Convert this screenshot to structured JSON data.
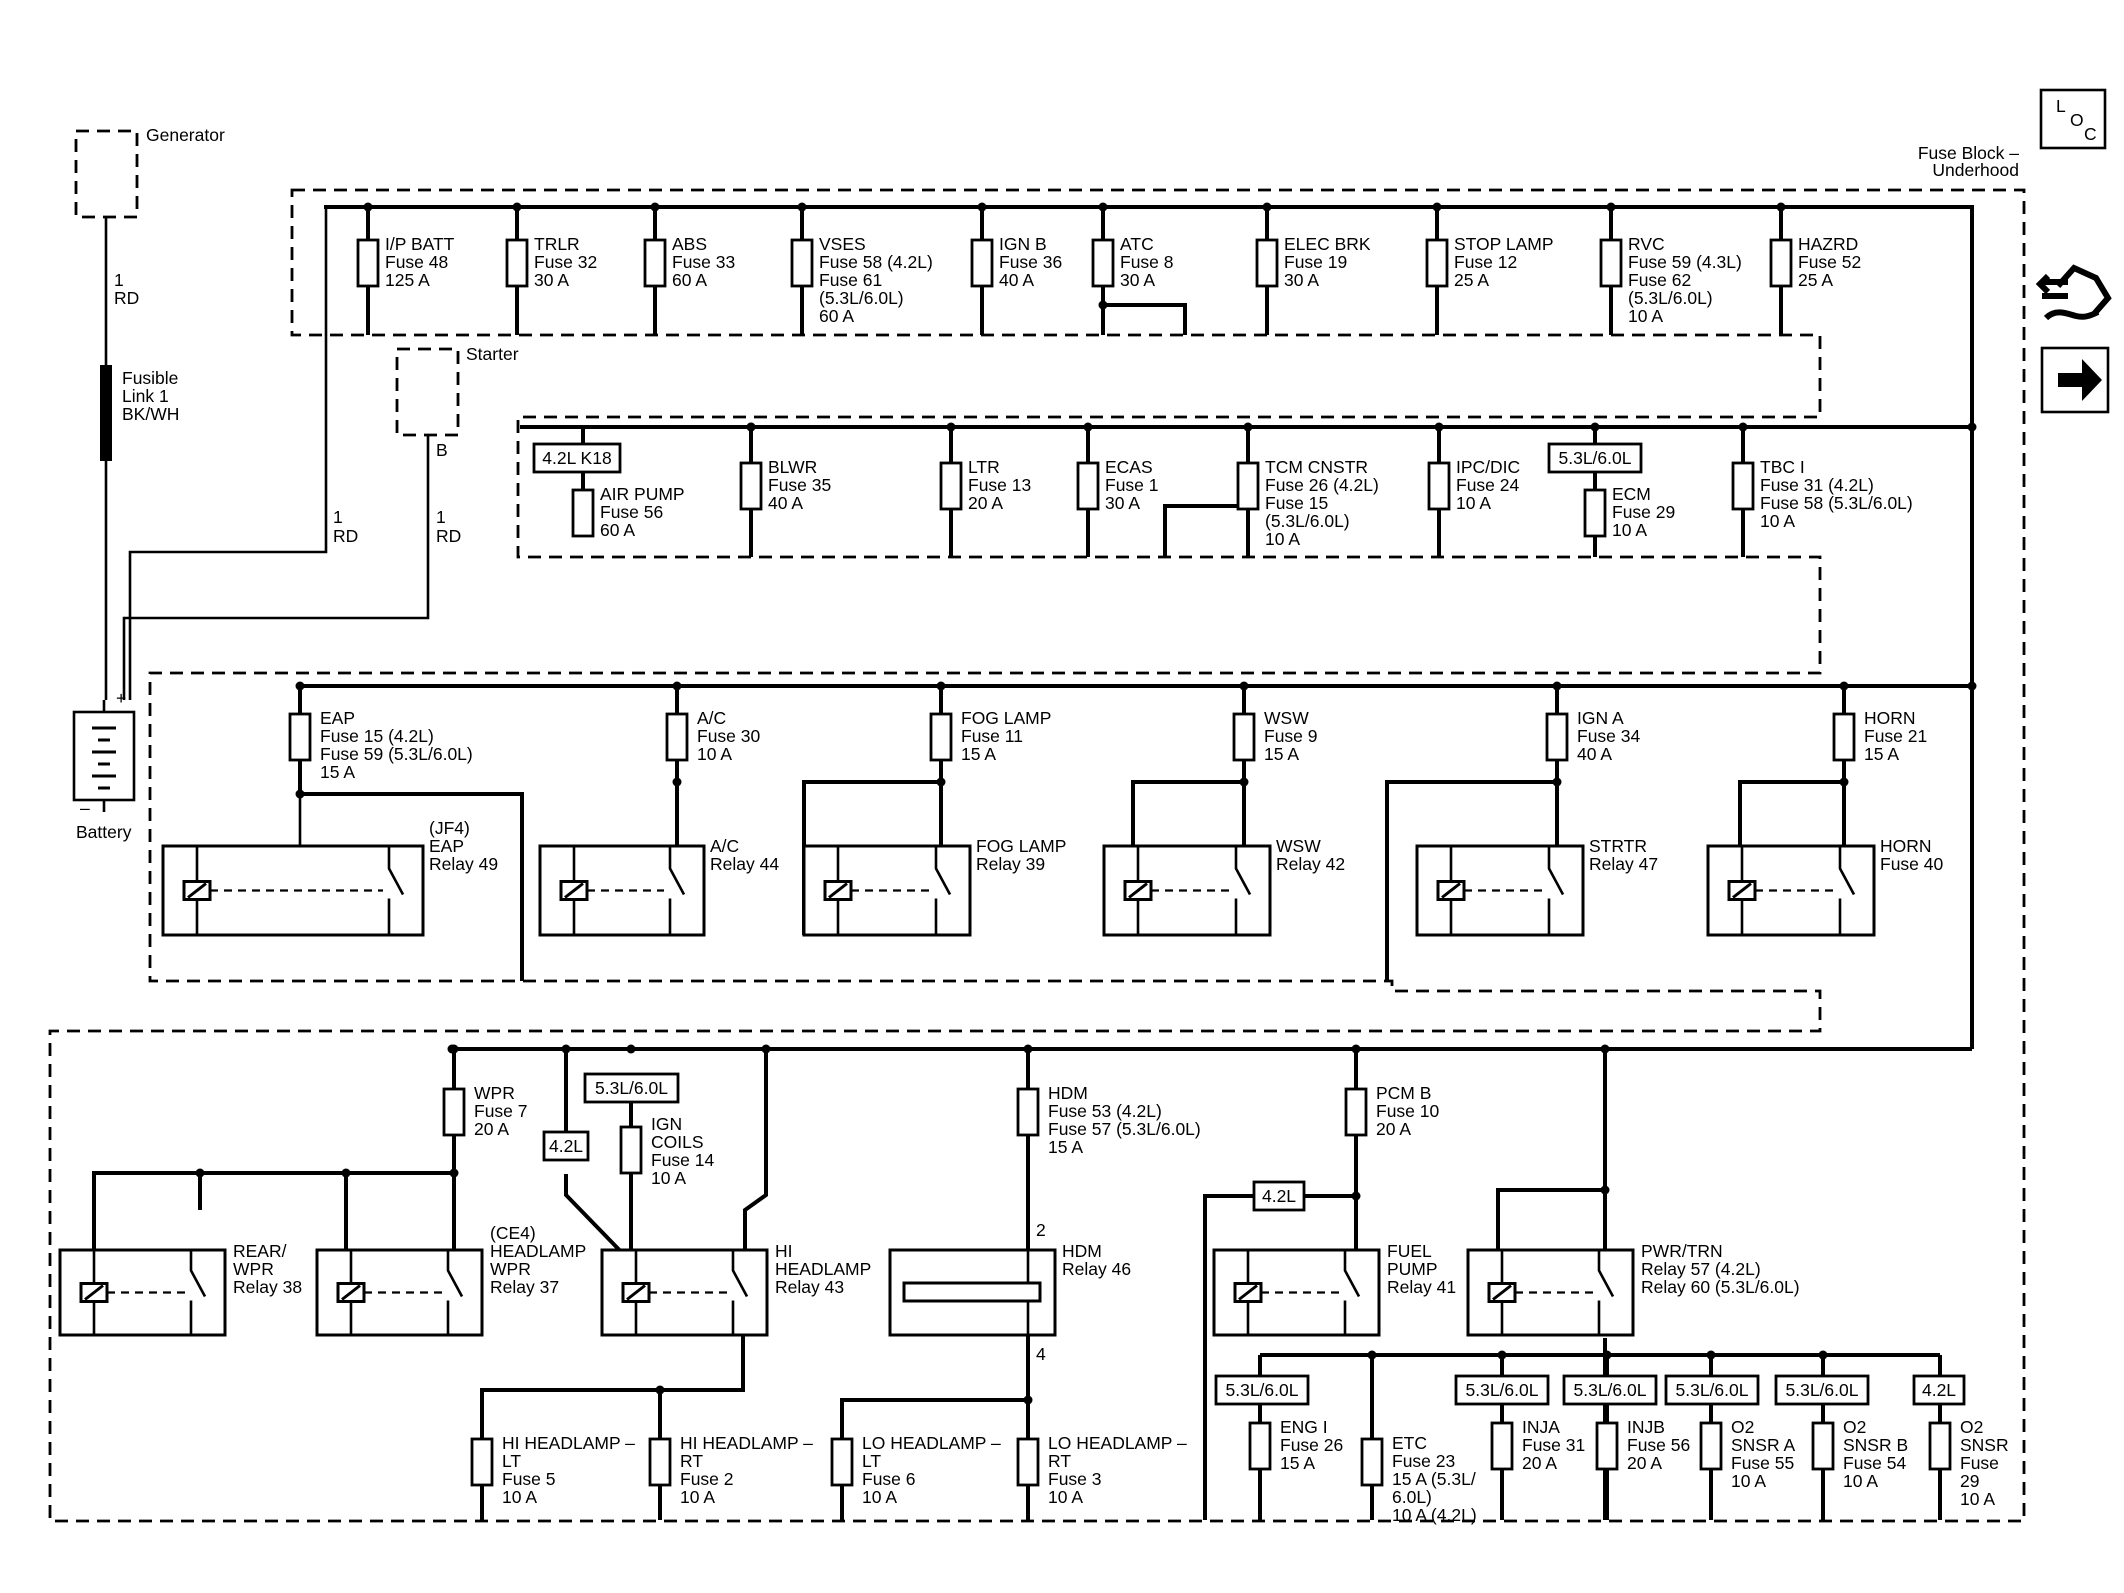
{
  "header": {
    "fuse_block_title": [
      "Fuse Block –",
      "Underhood"
    ]
  },
  "icons": {
    "loc": {
      "l": "L",
      "o": "O",
      "c": "C"
    },
    "component_icon": "component-locator-icon",
    "next_icon": "arrow-right-icon"
  },
  "power_source": {
    "generator": "Generator",
    "generator_wire": [
      "1",
      "RD"
    ],
    "fusible_link": [
      "Fusible",
      "Link 1",
      "BK/WH"
    ],
    "starter": "Starter",
    "starter_terminal": "B",
    "wire_a": [
      "1",
      "RD"
    ],
    "wire_b": [
      "1",
      "RD"
    ],
    "battery": "Battery",
    "battery_pos": "+",
    "battery_neg": "–"
  },
  "row1_fuses": [
    {
      "lines": [
        "I/P BATT",
        "Fuse 48",
        "125 A"
      ]
    },
    {
      "lines": [
        "TRLR",
        "Fuse 32",
        "30 A"
      ]
    },
    {
      "lines": [
        "ABS",
        "Fuse 33",
        "60 A"
      ]
    },
    {
      "lines": [
        "VSES",
        "Fuse 58 (4.2L)",
        "Fuse 61",
        "(5.3L/6.0L)",
        "60 A"
      ]
    },
    {
      "lines": [
        "IGN B",
        "Fuse 36",
        "40 A"
      ]
    },
    {
      "lines": [
        "ATC",
        "Fuse 8",
        "30 A"
      ]
    },
    {
      "lines": [
        "ELEC BRK",
        "Fuse 19",
        "30 A"
      ]
    },
    {
      "lines": [
        "STOP LAMP",
        "Fuse 12",
        "25 A"
      ]
    },
    {
      "lines": [
        "RVC",
        "Fuse 59 (4.3L)",
        "Fuse 62",
        "(5.3L/6.0L)",
        "10 A"
      ]
    },
    {
      "lines": [
        "HAZRD",
        "Fuse 52",
        "25 A"
      ]
    }
  ],
  "row2_fuses": [
    {
      "lines": [
        "AIR PUMP",
        "Fuse 56",
        "60 A"
      ]
    },
    {
      "lines": [
        "BLWR",
        "Fuse 35",
        "40 A"
      ]
    },
    {
      "lines": [
        "LTR",
        "Fuse 13",
        "20 A"
      ]
    },
    {
      "lines": [
        "ECAS",
        "Fuse 1",
        "30 A"
      ]
    },
    {
      "lines": [
        "TCM CNSTR",
        "Fuse 26 (4.2L)",
        "Fuse 15",
        "(5.3L/6.0L)",
        "10 A"
      ]
    },
    {
      "lines": [
        "IPC/DIC",
        "Fuse 24",
        "10 A"
      ]
    },
    {
      "lines": [
        "ECM",
        "Fuse 29",
        "10 A"
      ]
    },
    {
      "lines": [
        "TBC I",
        "Fuse 31 (4.2L)",
        "Fuse 58 (5.3L/6.0L)",
        "10 A"
      ]
    }
  ],
  "row2_tags": {
    "air_pump": "4.2L K18",
    "ecm": "5.3L/6.0L"
  },
  "row3_fuses": [
    {
      "lines": [
        "EAP",
        "Fuse 15 (4.2L)",
        "Fuse 59 (5.3L/6.0L)",
        "15 A"
      ]
    },
    {
      "lines": [
        "A/C",
        "Fuse 30",
        "10 A"
      ]
    },
    {
      "lines": [
        "FOG LAMP",
        "Fuse 11",
        "15 A"
      ]
    },
    {
      "lines": [
        "WSW",
        "Fuse 9",
        "15 A"
      ]
    },
    {
      "lines": [
        "IGN A",
        "Fuse 34",
        "40 A"
      ]
    },
    {
      "lines": [
        "HORN",
        "Fuse 21",
        "15 A"
      ]
    }
  ],
  "row3_relays": [
    {
      "lines": [
        "(JF4)",
        "EAP",
        "Relay 49"
      ]
    },
    {
      "lines": [
        "A/C",
        "Relay 44"
      ]
    },
    {
      "lines": [
        "FOG LAMP",
        "Relay 39"
      ]
    },
    {
      "lines": [
        "WSW",
        "Relay 42"
      ]
    },
    {
      "lines": [
        "STRTR",
        "Relay 47"
      ]
    },
    {
      "lines": [
        "HORN",
        "Fuse 40"
      ]
    }
  ],
  "row4_fuses": [
    {
      "lines": [
        "WPR",
        "Fuse 7",
        "20 A"
      ]
    },
    {
      "lines": [
        "IGN",
        "COILS",
        "Fuse 14",
        "10 A"
      ]
    },
    {
      "lines": [
        "HDM",
        "Fuse 53 (4.2L)",
        "Fuse 57 (5.3L/6.0L)",
        "15 A"
      ]
    },
    {
      "lines": [
        "PCM B",
        "Fuse 10",
        "20 A"
      ]
    }
  ],
  "row4_relays": [
    {
      "lines": [
        "REAR/",
        "WPR",
        "Relay 38"
      ]
    },
    {
      "lines": [
        "(CE4)",
        "HEADLAMP",
        "WPR",
        "Relay 37"
      ]
    },
    {
      "lines": [
        "HI",
        "HEADLAMP",
        "Relay 43"
      ]
    },
    {
      "lines": [
        "HDM",
        "Relay 46"
      ]
    },
    {
      "lines": [
        "FUEL",
        "PUMP",
        "Relay 41"
      ]
    },
    {
      "lines": [
        "PWR/TRN",
        "Relay 57 (4.2L)",
        "Relay 60 (5.3L/6.0L)"
      ]
    }
  ],
  "row4_tags": {
    "ign_coils": "5.3L/6.0L",
    "hi_hl": "4.2L",
    "fuel_pump": "4.2L"
  },
  "hdm_pins": {
    "top": "2",
    "bottom": "4"
  },
  "row5_fuses": [
    {
      "lines": [
        "HI HEADLAMP –",
        "LT",
        "Fuse 5",
        "10 A"
      ]
    },
    {
      "lines": [
        "HI HEADLAMP –",
        "RT",
        "Fuse 2",
        "10 A"
      ]
    },
    {
      "lines": [
        "LO HEADLAMP –",
        "LT",
        "Fuse 6",
        "10 A"
      ]
    },
    {
      "lines": [
        "LO HEADLAMP –",
        "RT",
        "Fuse 3",
        "10 A"
      ]
    },
    {
      "lines": [
        "ENG I",
        "Fuse 26",
        "15 A"
      ]
    },
    {
      "lines": [
        "ETC",
        "Fuse 23",
        "15 A (5.3L/",
        "6.0L)",
        "10 A (4.2L)"
      ]
    },
    {
      "lines": [
        "INJA",
        "Fuse 31",
        "20 A"
      ]
    },
    {
      "lines": [
        "INJB",
        "Fuse 56",
        "20 A"
      ]
    },
    {
      "lines": [
        "O2",
        "SNSR A",
        "Fuse 55",
        "10 A"
      ]
    },
    {
      "lines": [
        "O2",
        "SNSR B",
        "Fuse 54",
        "10 A"
      ]
    },
    {
      "lines": [
        "O2",
        "SNSR",
        "Fuse",
        "29",
        "10 A"
      ]
    }
  ],
  "row5_tags": [
    "5.3L/6.0L",
    "5.3L/6.0L",
    "5.3L/6.0L",
    "5.3L/6.0L",
    "5.3L/6.0L",
    "4.2L"
  ]
}
